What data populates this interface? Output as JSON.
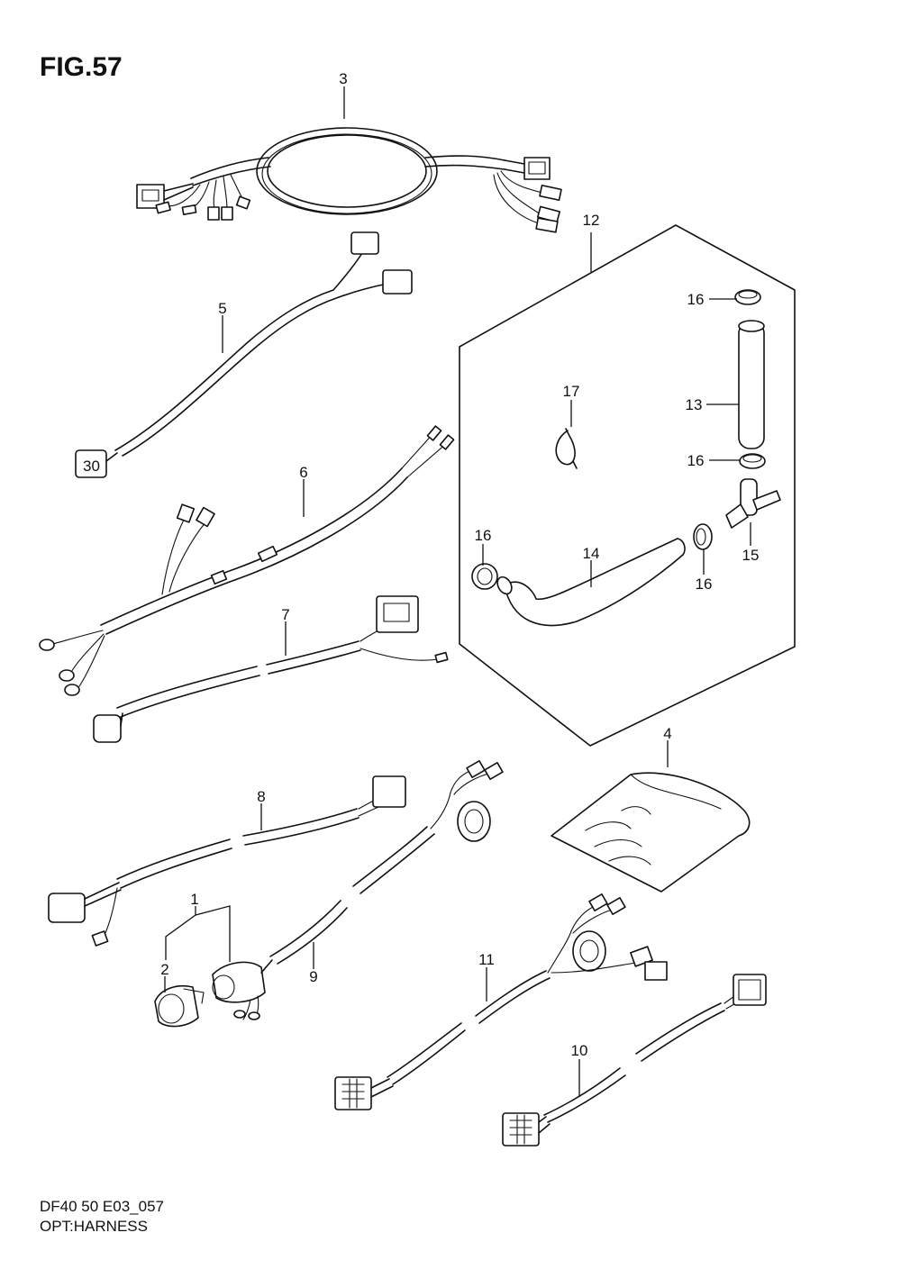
{
  "figure": {
    "title": "FIG.57"
  },
  "footer": {
    "model_code": "DF40 50 E03_057",
    "section_name": "OPT:HARNESS"
  },
  "callouts": [
    "1",
    "2",
    "3",
    "4",
    "5",
    "6",
    "7",
    "8",
    "9",
    "10",
    "11",
    "12",
    "13",
    "14",
    "15",
    "16",
    "16",
    "16",
    "16",
    "17"
  ],
  "connector_marking": "30"
}
